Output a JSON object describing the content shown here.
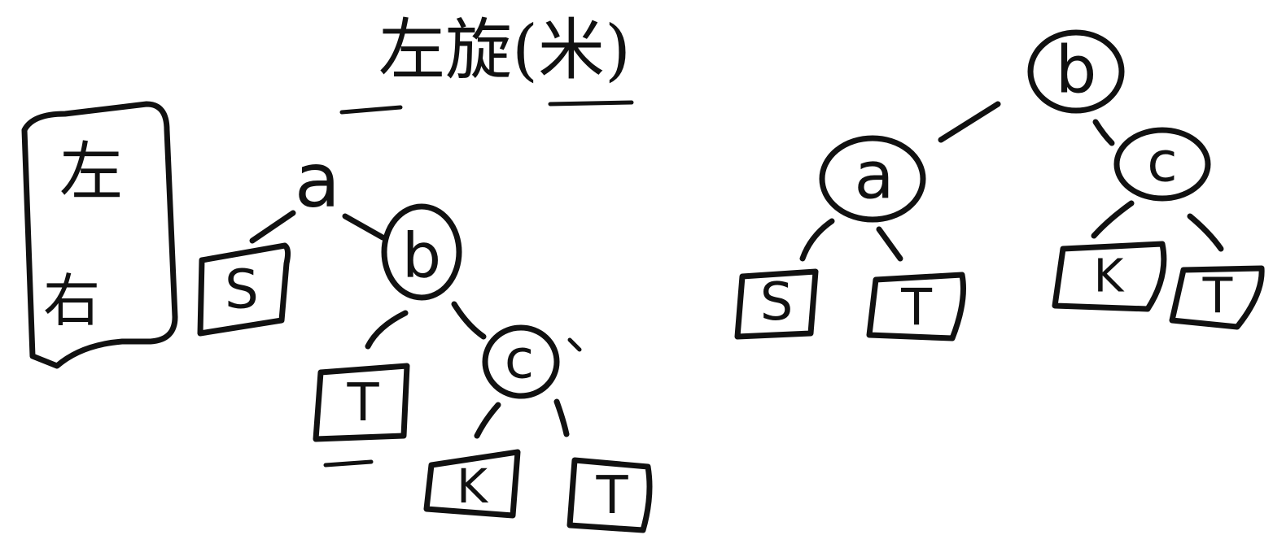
{
  "title": "左旋(米)",
  "side_labels": [
    "左",
    "右"
  ],
  "before_tree": {
    "root": "a",
    "nodes": [
      "b",
      "c"
    ],
    "leaves": [
      "S",
      "T",
      "K",
      "T"
    ]
  },
  "after_tree": {
    "root": "b",
    "nodes": [
      "a",
      "c"
    ],
    "leaves": [
      "S",
      "T",
      "K",
      "T"
    ]
  }
}
